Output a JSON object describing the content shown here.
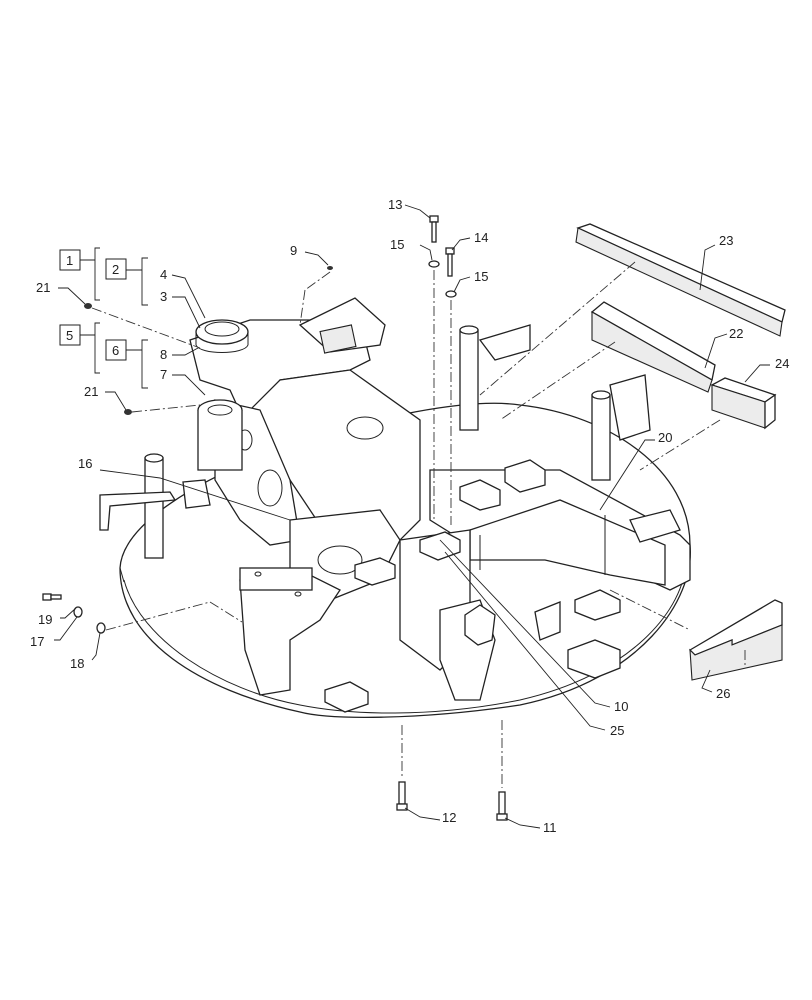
{
  "diagram": {
    "labels": {
      "l1": "1",
      "l2": "2",
      "l3": "3",
      "l4": "4",
      "l5": "5",
      "l6": "6",
      "l7": "7",
      "l8": "8",
      "l9": "9",
      "l10": "10",
      "l11": "11",
      "l12": "12",
      "l13": "13",
      "l14": "14",
      "l15a": "15",
      "l15b": "15",
      "l16": "16",
      "l17": "17",
      "l18": "18",
      "l19": "19",
      "l20": "20",
      "l21a": "21",
      "l21b": "21",
      "l22": "22",
      "l23": "23",
      "l24": "24",
      "l25": "25",
      "l26": "26"
    }
  }
}
